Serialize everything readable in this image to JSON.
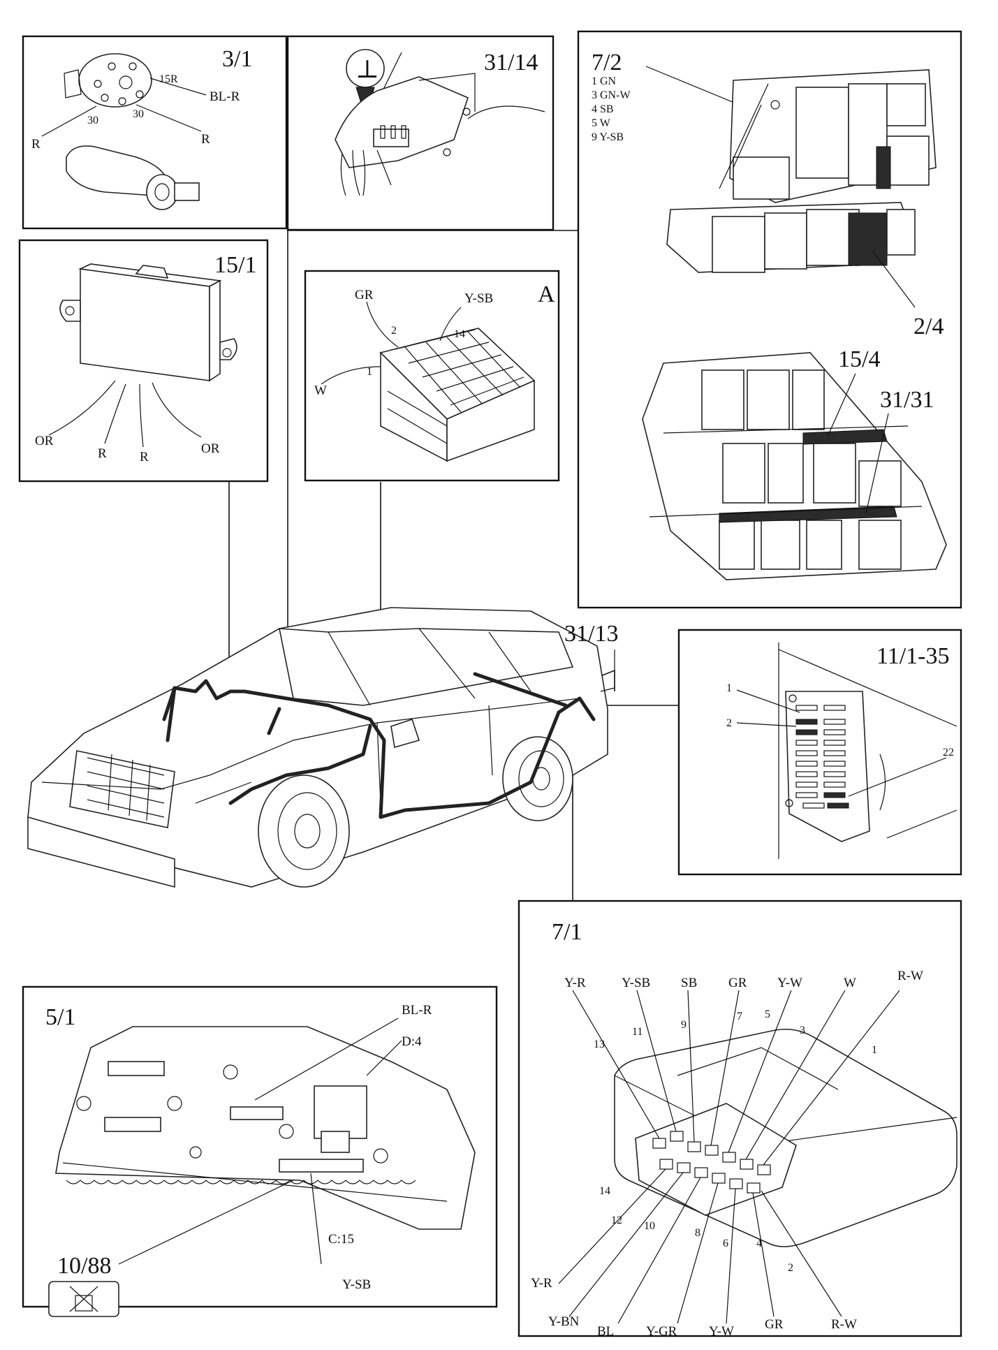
{
  "panels": {
    "p3_1": {
      "id": "3/1",
      "labels": [
        "15R",
        "BL-R",
        "30",
        "30",
        "R",
        "R"
      ]
    },
    "p31_14": {
      "id": "31/14",
      "ground_symbol": "⊥"
    },
    "p15_1": {
      "id": "15/1",
      "labels": [
        "OR",
        "R",
        "R",
        "OR"
      ]
    },
    "pA": {
      "id": "A",
      "labels": [
        "GR",
        "Y-SB",
        "2",
        "14",
        "1",
        "W"
      ]
    },
    "p7_2": {
      "id": "7/2",
      "pins": [
        "1 GN",
        "3 GN-W",
        "4 SB",
        "5 W",
        "9 Y-SB"
      ],
      "ids": [
        "2/4",
        "15/4",
        "31/31"
      ]
    },
    "p11": {
      "id": "11/1-35",
      "labels": [
        "1",
        "2",
        "22"
      ]
    },
    "car": {
      "id": "31/13"
    },
    "p5_1": {
      "id": "5/1",
      "labels": [
        "BL-R",
        "D:4",
        "C:15",
        "Y-SB",
        "10/88"
      ]
    },
    "p7_1": {
      "id": "7/1",
      "top_wires": [
        "Y-R",
        "Y-SB",
        "SB",
        "GR",
        "Y-W",
        "W",
        "R-W"
      ],
      "top_pins": [
        "13",
        "11",
        "9",
        "7",
        "5",
        "3",
        "1"
      ],
      "bottom_pins": [
        "14",
        "12",
        "10",
        "8",
        "6",
        "4",
        "2"
      ],
      "bottom_wires": [
        "Y-R",
        "Y-BN",
        "BL",
        "Y-GR",
        "Y-W",
        "GR",
        "R-W"
      ]
    }
  }
}
